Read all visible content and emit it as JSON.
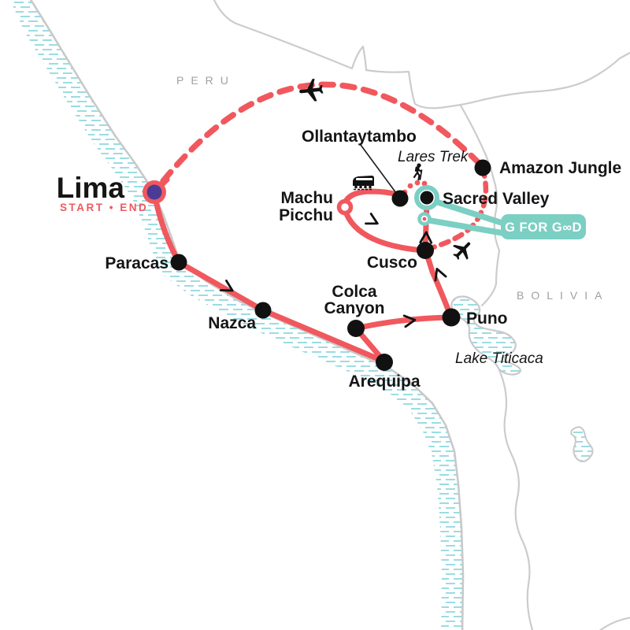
{
  "map_title": "Peru tour itinerary map",
  "regions": {
    "peru": "PERU",
    "bolivia": "BOLIVIA"
  },
  "water": {
    "lake_titicaca": "Lake Titicaca"
  },
  "start": {
    "city": "Lima",
    "sub": "START • END"
  },
  "stops": {
    "paracas": "Paracas",
    "nazca": "Nazca",
    "arequipa": "Arequipa",
    "colca_line1": "Colca",
    "colca_line2": "Canyon",
    "puno": "Puno",
    "cusco": "Cusco",
    "machu_line1": "Machu",
    "machu_line2": "Picchu",
    "ollantaytambo": "Ollantaytambo",
    "sacred_valley": "Sacred Valley",
    "amazon_jungle": "Amazon Jungle"
  },
  "trek": {
    "lares": "Lares Trek"
  },
  "badge": {
    "label": "G FOR G∞D"
  },
  "icons": {
    "plane_top": "plane-icon",
    "plane_cusco": "plane-icon",
    "train": "train-icon",
    "hiker": "hiker-icon"
  },
  "colors": {
    "route_red": "#F0585E",
    "teal": "#7BCFC3",
    "lima_purple": "#4B3B94",
    "coast_hatch": "#8FD9DF",
    "border_gray": "#CCCCCC",
    "region_text": "#9FA0A4",
    "marker_black": "#111111"
  }
}
